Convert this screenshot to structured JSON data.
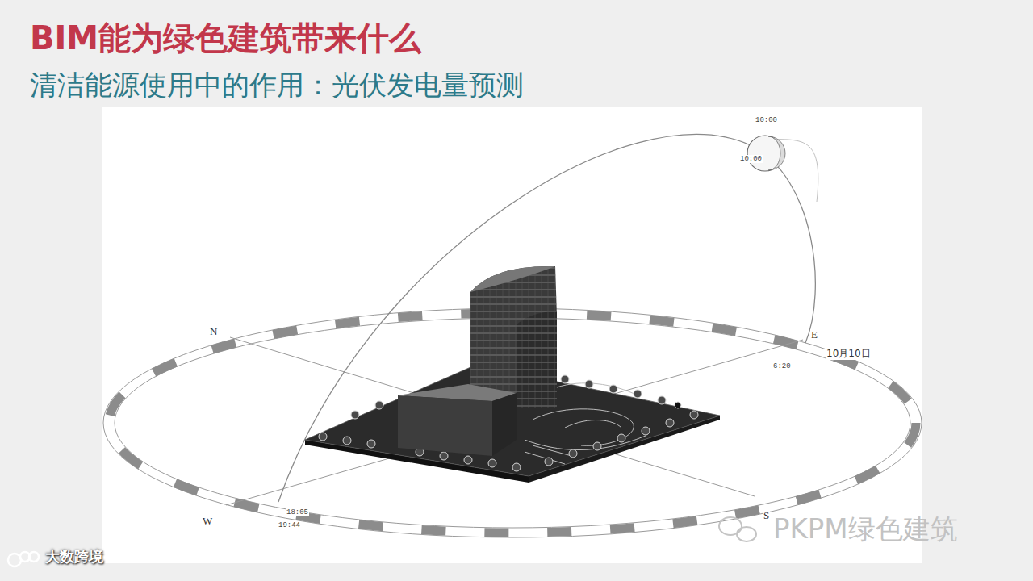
{
  "diagram": {
    "title": "BIM能为绿色建筑带来什么",
    "labels": [
      "清洁能源使用中的作用：光伏发电量预测",
      "10:00",
      "10:00",
      "N",
      "E",
      "10月10日",
      "6:20",
      "W",
      "18:05",
      "19:44",
      "S",
      "PKPM绿色建筑",
      "大数跨境"
    ]
  }
}
